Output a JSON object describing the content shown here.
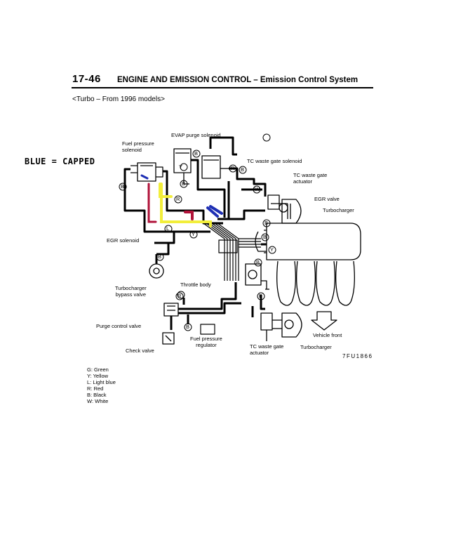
{
  "header": {
    "page_number": "17-46",
    "title": "ENGINE AND EMISSION CONTROL – Emission Control System",
    "subtitle": "<Turbo – From 1996 models>"
  },
  "note": "BLUE = CAPPED",
  "labels": {
    "evap_purge_solenoid": "EVAP purge solenoid",
    "fuel_pressure_solenoid": "Fuel pressure\nsolenoid",
    "tc_waste_gate_solenoid": "TC waste gate solenoid",
    "tc_waste_gate_actuator_top": "TC waste gate\nactuator",
    "egr_valve": "EGR valve",
    "turbocharger_top": "Turbocharger",
    "egr_solenoid": "EGR solenoid",
    "turbocharger_bypass_valve": "Turbocharger\nbypass valve",
    "throttle_body": "Throttle body",
    "purge_control_valve": "Purge control valve",
    "check_valve": "Check valve",
    "fuel_pressure_regulator": "Fuel pressure\nregulator",
    "tc_waste_gate_actuator_bottom": "TC waste gate\nactuator",
    "turbocharger_bottom": "Turbocharger",
    "vehicle_front": "Vehicle front",
    "figure_code": "7FU1866"
  },
  "hose_codes": {
    "b": "B",
    "y": "Y",
    "r": "R",
    "l": "L",
    "w": "W"
  },
  "legend": [
    "G: Green",
    "Y: Yellow",
    "L: Light blue",
    "R: Red",
    "B: Black",
    "W: White"
  ],
  "highlight_colors": {
    "yellow": "#f2ee3a",
    "red": "#b0133a",
    "blue": "#1e2fb4"
  }
}
